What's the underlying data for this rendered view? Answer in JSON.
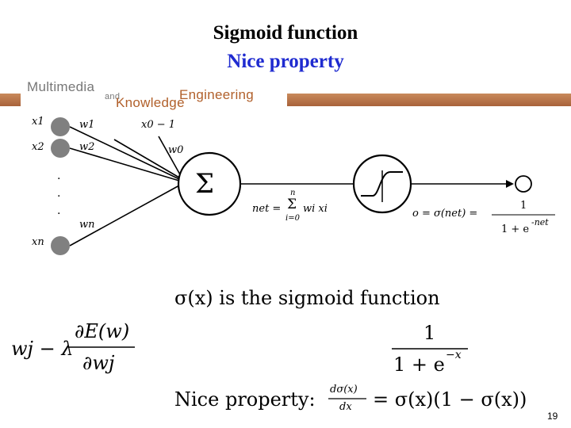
{
  "title": {
    "line1": "Sigmoid function",
    "line2": "Nice property"
  },
  "logo": {
    "word1": "Multimedia",
    "word2": "and",
    "word3": "Knowledge",
    "word4": "Engineering"
  },
  "diagram": {
    "inputs": {
      "x1": "x1",
      "x2": "x2",
      "xn": "xn",
      "dots": "·"
    },
    "weights": {
      "w1": "w1",
      "w2": "w2",
      "wn": "wn",
      "w0": "w0",
      "x0": "x0 − 1"
    },
    "sum_symbol": "Σ",
    "net": {
      "lhs": "net =",
      "top": "n",
      "sigma": "Σ",
      "bottom": "i=0",
      "term": "wi xi"
    },
    "output": {
      "lhs": "o = σ(net) =",
      "num": "1",
      "den": "1 + e",
      "exp": "-net"
    }
  },
  "update_rule": {
    "lhs": "wj − λ",
    "num": "∂E(w)",
    "den": "∂wj"
  },
  "sigmoid": {
    "statement": "σ(x) is the sigmoid function",
    "num": "1",
    "den": "1 + e",
    "den_exp": "−x",
    "nice_label": "Nice property:",
    "deriv_num": "dσ(x)",
    "deriv_den": "dx",
    "deriv_rhs": "= σ(x)(1 − σ(x))"
  },
  "slide_number": "19",
  "colors": {
    "title_blue": "#1f2bd0",
    "banner": "#b06a40",
    "node_fill": "#808080"
  }
}
